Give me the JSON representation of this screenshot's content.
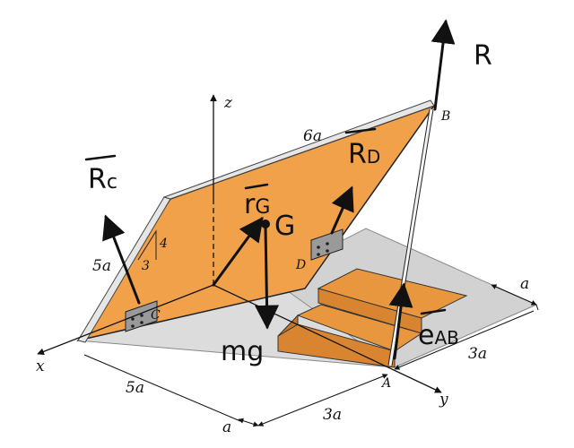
{
  "labels": {
    "axis_z": "z",
    "axis_x": "x",
    "axis_y": "y",
    "dim_6a": "6a",
    "dim_5a_left": "5a",
    "dim_5a_bottom": "5a",
    "dim_a_bottom": "a",
    "dim_3a_bottom": "3a",
    "dim_a_right": "a",
    "dim_3a_right": "3a",
    "slope_4": "4",
    "slope_3": "3",
    "point_A": "A",
    "point_B": "B",
    "point_C": "C",
    "point_D": "D",
    "point_G": "G"
  },
  "handwriting": {
    "force_R": "R",
    "force_Rc": "R",
    "force_Rc_sub": "c",
    "force_RD": "R",
    "force_RD_sub": "D",
    "vector_rG": "r",
    "vector_rG_sub": "G",
    "point_G_label": "G",
    "weight_mg": "mg",
    "unit_eAB": "e",
    "unit_eAB_sub": "AB"
  },
  "colors": {
    "panel_fill": "#f0a14a",
    "floor_fill": "#dcdcdc",
    "stair_fill": "#e9973f",
    "edge": "#222222",
    "ink": "#111111"
  }
}
